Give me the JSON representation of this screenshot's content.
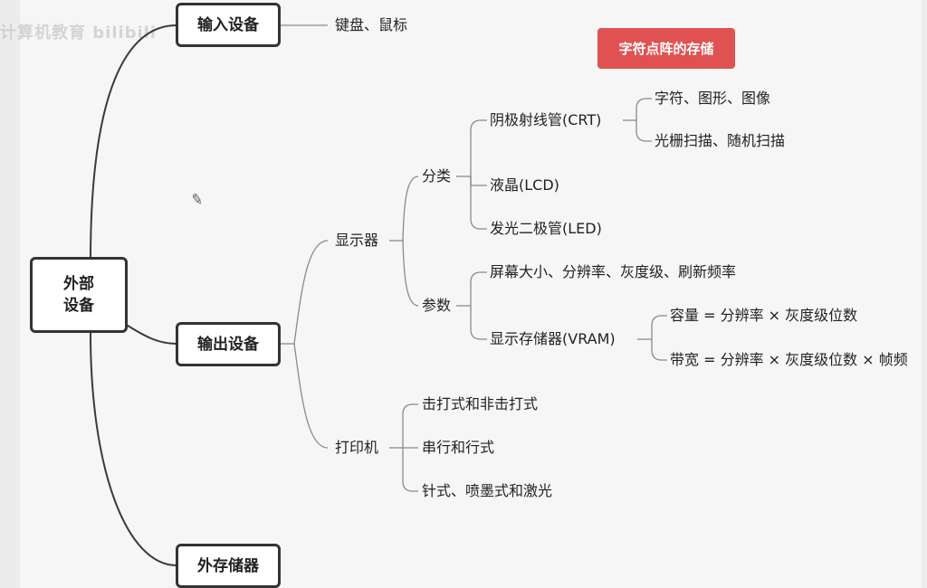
{
  "watermark": "计算机教育 bilibili",
  "badge": {
    "text": "字符点阵的存储",
    "color": "#e05252"
  },
  "root": {
    "line1": "外部",
    "line2": "设备"
  },
  "input": {
    "label": "输入设备",
    "items": [
      "键盘、鼠标"
    ]
  },
  "output": {
    "label": "输出设备",
    "display": {
      "label": "显示器",
      "classify": {
        "label": "分类",
        "crt": {
          "label": "阴极射线管(CRT)",
          "items": [
            "字符、图形、图像",
            "光栅扫描、随机扫描"
          ]
        },
        "lcd": "液晶(LCD)",
        "led": "发光二极管(LED)"
      },
      "params": {
        "label": "参数",
        "screen": "屏幕大小、分辨率、灰度级、刷新频率",
        "vram": {
          "label": "显示存储器(VRAM)",
          "capacity": "容量 = 分辨率 × 灰度级位数",
          "bandwidth": "带宽 = 分辨率 × 灰度级位数 × 帧频"
        }
      }
    },
    "printer": {
      "label": "打印机",
      "items": [
        "击打式和非击打式",
        "串行和行式",
        "针式、喷墨式和激光"
      ]
    }
  },
  "storage": {
    "label": "外存储器"
  },
  "icons": {
    "pencil": "pencil-icon"
  }
}
